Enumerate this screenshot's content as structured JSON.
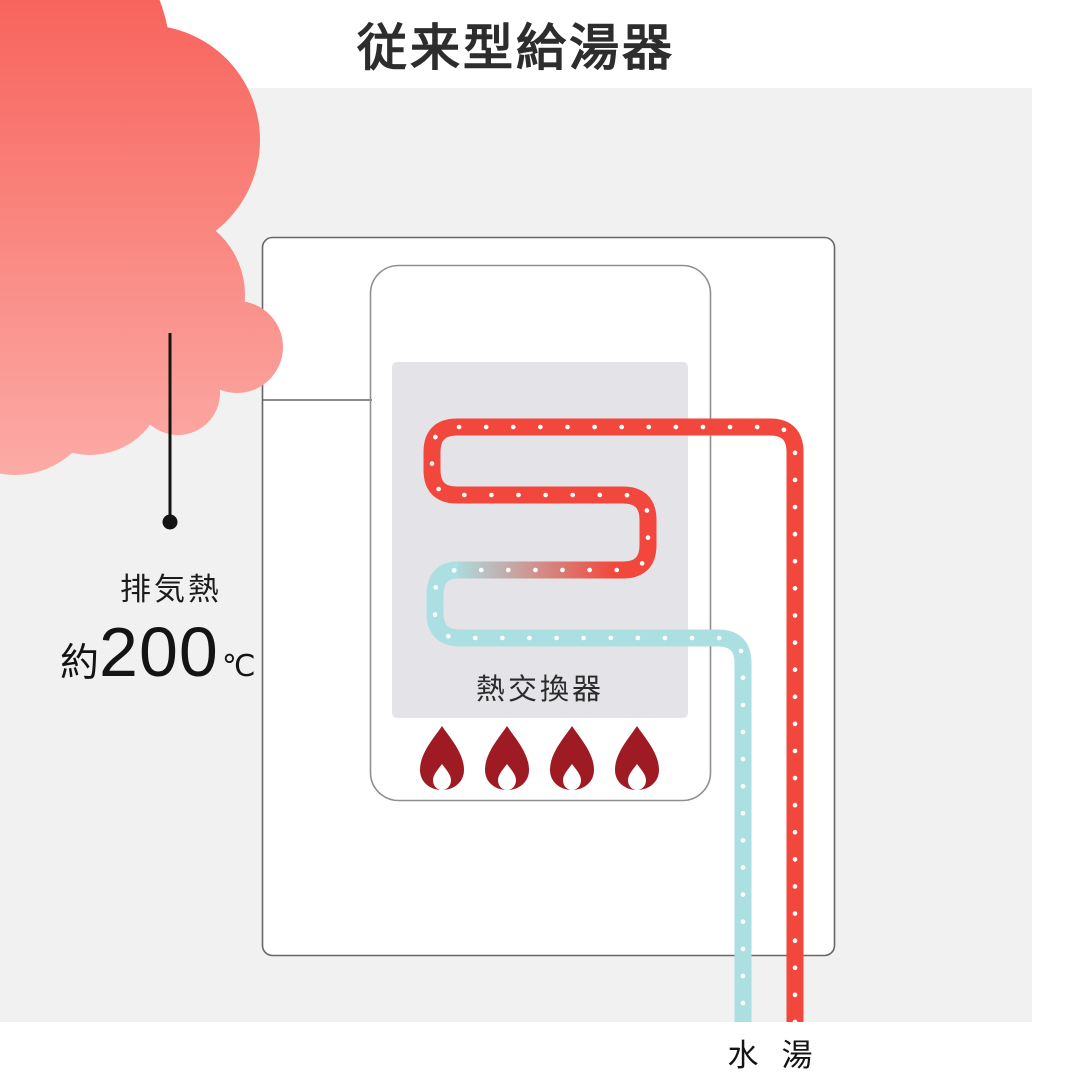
{
  "title": "従来型給湯器",
  "exhaust": {
    "label": "排気熱",
    "approx": "約",
    "temp": "200",
    "unit": "℃"
  },
  "heat_exchanger_label": "熱交換器",
  "outlets": {
    "cold": "水",
    "hot": "湯"
  },
  "flames": {
    "count": 4
  },
  "colors": {
    "background": "#f1f1f2",
    "panel": "#ffffff",
    "cloud_top": "#f6564e",
    "cloud_bottom": "#fcaaa5",
    "pipe_hot": "#f2473c",
    "pipe_cold": "#abdfe2",
    "pipe_dots": "#ffffff",
    "flame": "#9e1b24",
    "box_border": "#676767",
    "inner_border": "#8f8f8f",
    "exchanger_fill": "#e4e4e8",
    "pointer": "#141414"
  }
}
